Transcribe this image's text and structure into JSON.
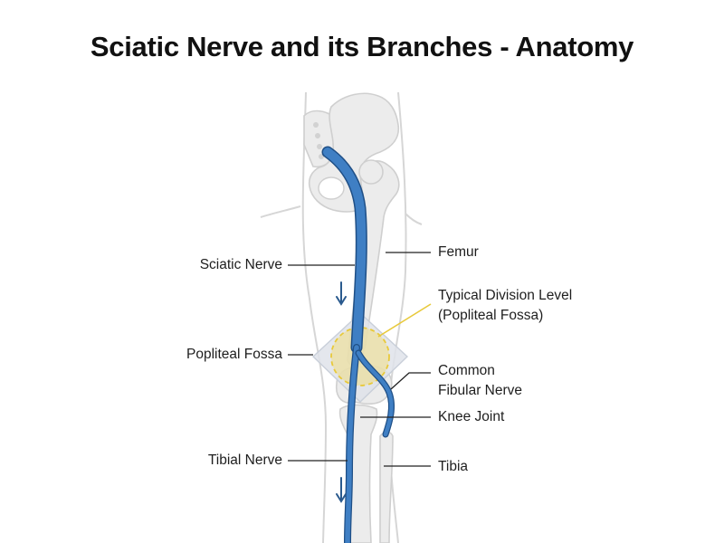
{
  "title": "Sciatic Nerve and its Branches - Anatomy",
  "labels": {
    "sciatic_nerve": "Sciatic Nerve",
    "popliteal_fossa": "Popliteal Fossa",
    "tibial_nerve": "Tibial Nerve",
    "femur": "Femur",
    "division_level_line1": "Typical Division Level",
    "division_level_line2": "(Popliteal Fossa)",
    "common_fibular_line1": "Common",
    "common_fibular_line2": "Fibular Nerve",
    "knee_joint": "Knee Joint",
    "tibia": "Tibia"
  },
  "colors": {
    "nerve": "#3f7fc4",
    "nerve_outline": "#1f4f86",
    "bone_fill": "#ececec",
    "bone_outline": "#cfcfcf",
    "fossa_fill": "#dfe3ea",
    "division_highlight": "#f3dc6e",
    "division_leader": "#e8c93a",
    "leader_line": "#222222",
    "arrow": "#2a5a8e"
  }
}
